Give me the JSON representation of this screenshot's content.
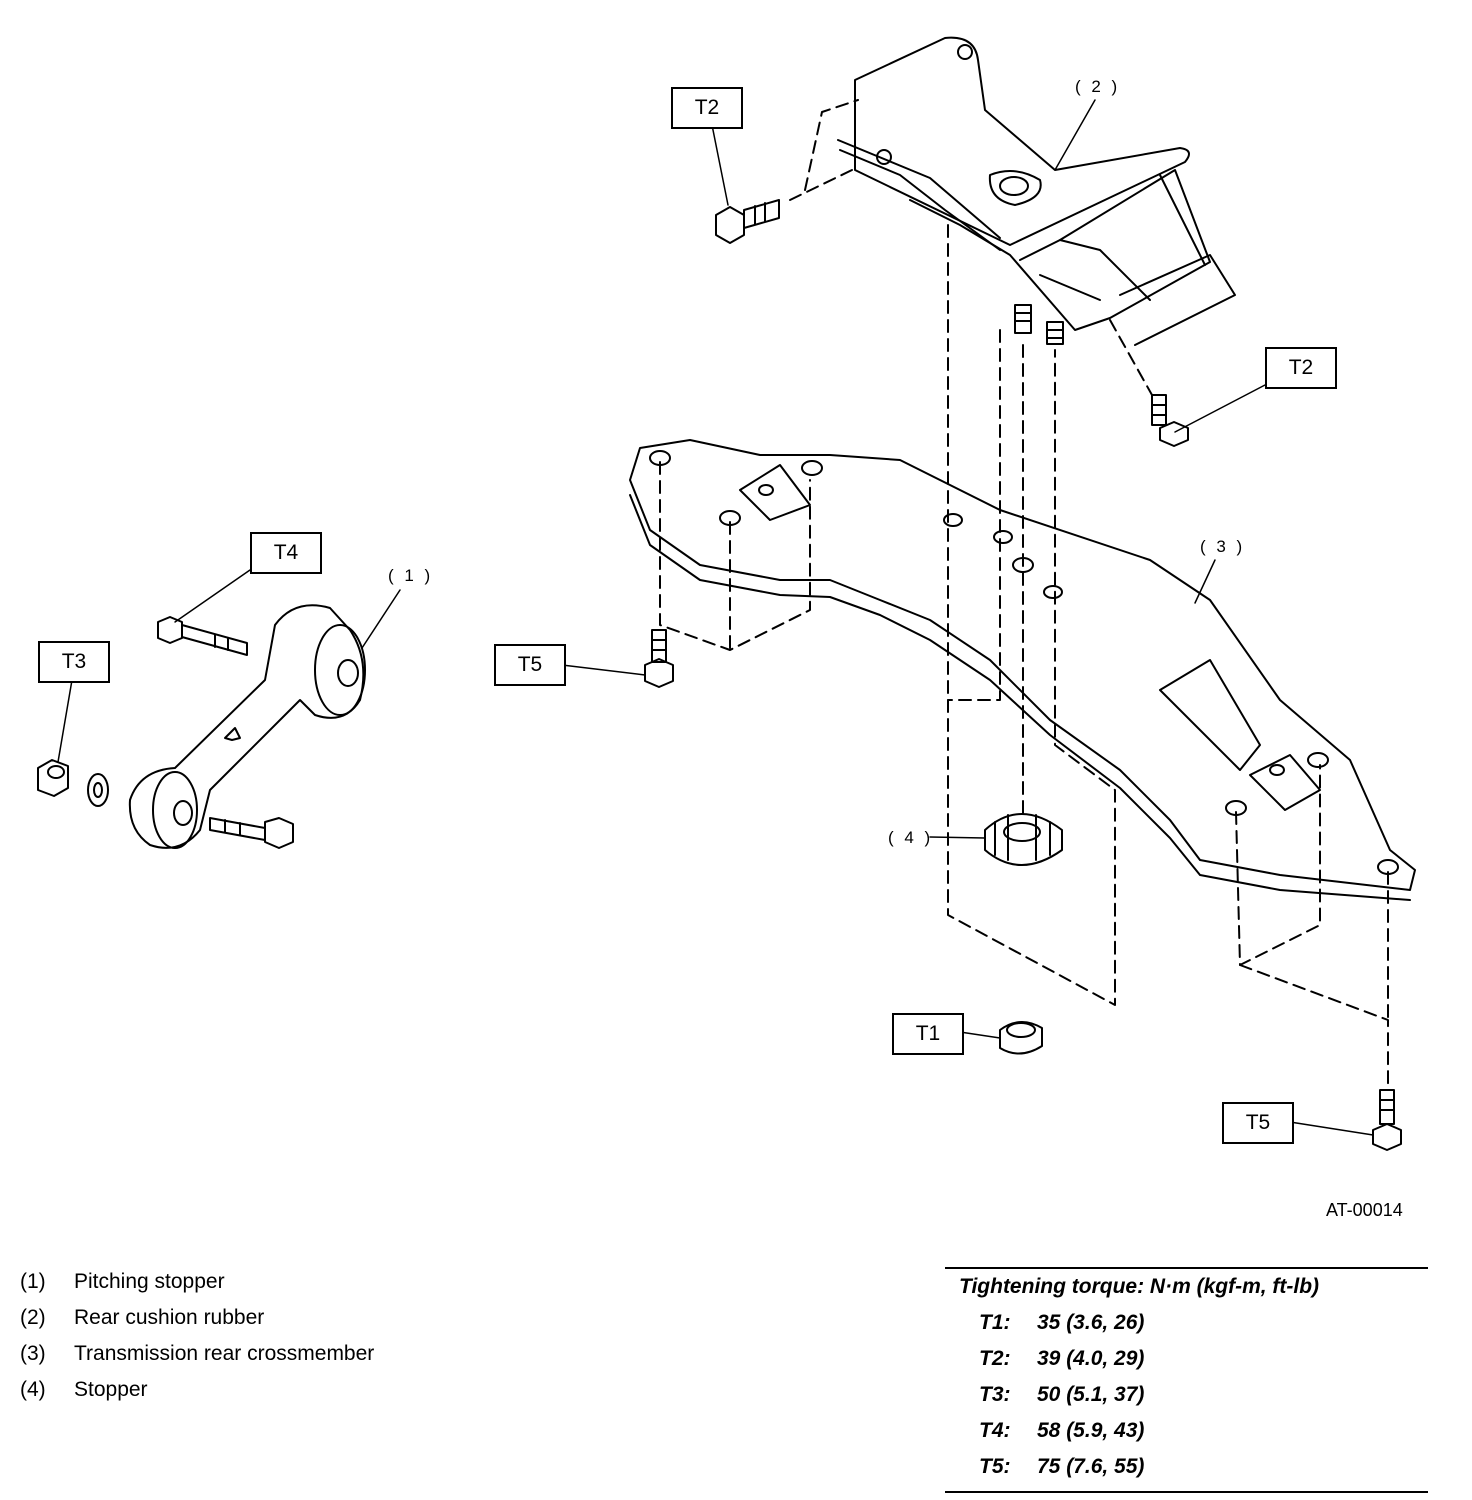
{
  "figure_id": "AT-00014",
  "torque_tags": [
    {
      "id": "tag-t2-upper",
      "label": "T2"
    },
    {
      "id": "tag-t2-right",
      "label": "T2"
    },
    {
      "id": "tag-t4",
      "label": "T4"
    },
    {
      "id": "tag-t3",
      "label": "T3"
    },
    {
      "id": "tag-t5-left",
      "label": "T5"
    },
    {
      "id": "tag-t1",
      "label": "T1"
    },
    {
      "id": "tag-t5-right",
      "label": "T5"
    }
  ],
  "callouts": {
    "c1": "( 1 )",
    "c2": "( 2 )",
    "c3": "( 3 )",
    "c4": "( 4 )"
  },
  "legend": [
    {
      "num": "(1)",
      "text": "Pitching stopper"
    },
    {
      "num": "(2)",
      "text": "Rear cushion rubber"
    },
    {
      "num": "(3)",
      "text": "Transmission rear crossmember"
    },
    {
      "num": "(4)",
      "text": "Stopper"
    }
  ],
  "torque_table": {
    "heading": "Tightening torque: N·m (kgf-m, ft-lb)",
    "rows": [
      {
        "key": "T1:",
        "value": "35 (3.6, 26)"
      },
      {
        "key": "T2:",
        "value": "39 (4.0, 29)"
      },
      {
        "key": "T3:",
        "value": "50 (5.1, 37)"
      },
      {
        "key": "T4:",
        "value": "58 (5.9, 43)"
      },
      {
        "key": "T5:",
        "value": "75 (7.6, 55)"
      }
    ]
  }
}
